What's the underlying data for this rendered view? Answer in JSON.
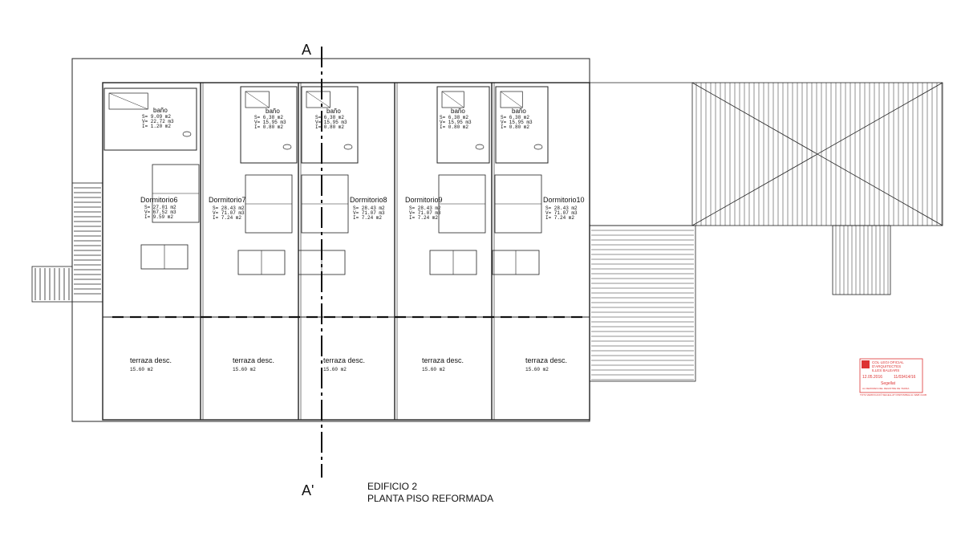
{
  "section": {
    "start": "A",
    "end": "A'"
  },
  "title": {
    "line1": "EDIFICIO 2",
    "line2": "PLANTA PISO REFORMADA"
  },
  "banos": [
    {
      "name": "baño",
      "s": "S=  9.09  m2",
      "v": "V=  22.72  m3",
      "i": "I=  1.20 m2"
    },
    {
      "name": "baño",
      "s": "S=  6.38  m2",
      "v": "V=  15.95  m3",
      "i": "I=  0.80 m2"
    },
    {
      "name": "baño",
      "s": "S=  6.38  m2",
      "v": "V=  15.95  m3",
      "i": "I=  0.80 m2"
    },
    {
      "name": "baño",
      "s": "S=  6.38  m2",
      "v": "V=  15.95  m3",
      "i": "I=  0.80 m2"
    },
    {
      "name": "baño",
      "s": "S=  6.38  m2",
      "v": "V=  15.95  m3",
      "i": "I=  0.80 m2"
    }
  ],
  "dormitorios": [
    {
      "name": "Dormitorio6",
      "s": "S=  27.01  m2",
      "v": "V=  67.52  m3",
      "i": "I=  9.59 m2"
    },
    {
      "name": "Dormitorio7",
      "s": "S=  28.43  m2",
      "v": "V=  71.07  m3",
      "i": "I=  7.24 m2"
    },
    {
      "name": "Dormitorio8",
      "s": "S=  28.43  m2",
      "v": "V=  71.07  m3",
      "i": "I=  7.24 m2"
    },
    {
      "name": "Dormitorio9",
      "s": "S=  28.43  m2",
      "v": "V=  71.07  m3",
      "i": "I=  7.24 m2"
    },
    {
      "name": "Dormitorio10",
      "s": "S=  28.43  m2",
      "v": "V=  71.07  m3",
      "i": "I=  7.24 m2"
    }
  ],
  "terrazas": [
    {
      "name": "terraza  desc.",
      "area": "15.60  m2"
    },
    {
      "name": "terraza  desc.",
      "area": "15.60  m2"
    },
    {
      "name": "terraza  desc.",
      "area": "15.60  m2"
    },
    {
      "name": "terraza  desc.",
      "area": "15.60  m2"
    },
    {
      "name": "terraza  desc.",
      "area": "15.60  m2"
    }
  ],
  "stamp": {
    "line1": "COL·LEGI  OFICIAL",
    "line2": "D'ARQUITECTES",
    "line3": "ILLES  BALEARS",
    "date": "12.05.2016",
    "number": "11/03414/16",
    "label": "Segellat",
    "footer1": "AL  DEMORES  DEL  REGISTRE  DE  TARIFA",
    "footer2": "TOTA VERIFICACIÓ SEGELLAT DISPONIBLE AL WEB CIAIB",
    "color": "#d33333"
  }
}
